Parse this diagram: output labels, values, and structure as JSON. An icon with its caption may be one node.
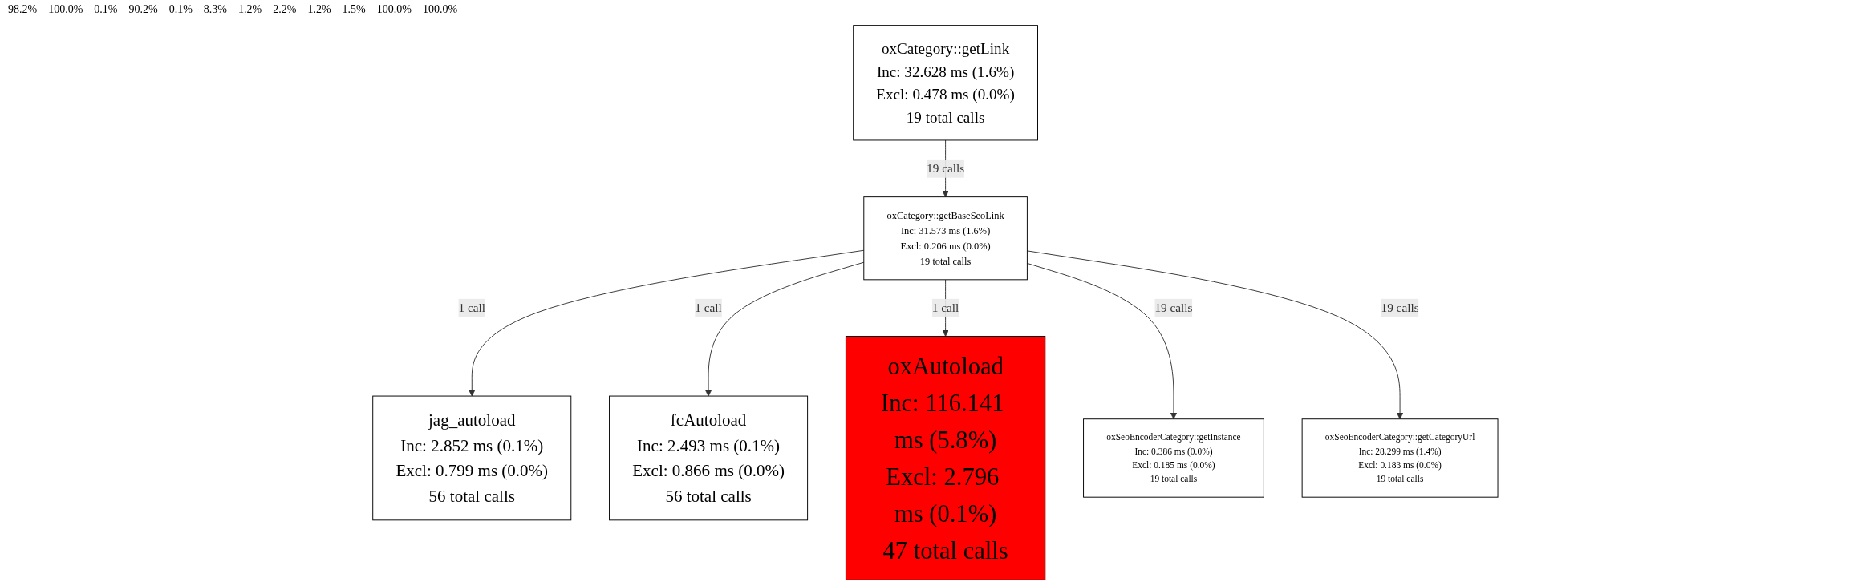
{
  "diagram": {
    "nodes": [
      {
        "text": [
          "oxCategory::getLink",
          "Inc: 32.628 ms (1.6%)",
          "Excl: 0.478 ms (0.0%)",
          "19 total calls"
        ]
      },
      {
        "text": [
          "oxCategory::getBaseSeoLink",
          "Inc: 31.573 ms (1.6%)",
          "Excl: 0.206 ms (0.0%)",
          "19 total calls"
        ]
      },
      {
        "text": [
          "jag_autoload",
          "Inc: 2.852 ms (0.1%)",
          "Excl: 0.799 ms (0.0%)",
          "56 total calls"
        ]
      },
      {
        "text": [
          "fcAutoload",
          "Inc: 2.493 ms (0.1%)",
          "Excl: 0.866 ms (0.0%)",
          "56 total calls"
        ]
      },
      {
        "text": [
          "oxAutoload",
          "Inc: 116.141 ms (5.8%)",
          "Excl: 2.796 ms (0.1%)",
          "47 total calls"
        ]
      },
      {
        "text": [
          "oxSeoEncoderCategory::getInstance",
          "Inc: 0.386 ms (0.0%)",
          "Excl: 0.185 ms (0.0%)",
          "19 total calls"
        ]
      },
      {
        "text": [
          "oxSeoEncoderCategory::getCategoryUrl",
          "Inc: 28.299 ms (1.4%)",
          "Excl: 0.183 ms (0.0%)",
          "19 total calls"
        ]
      }
    ],
    "edges": [
      {
        "from": 0,
        "to": 1,
        "arrow": "to",
        "label": "19 calls"
      },
      {
        "from": 1,
        "to": 2,
        "arrow": "to",
        "label": "1 call"
      },
      {
        "from": 1,
        "to": 3,
        "arrow": "to",
        "label": "1 call"
      },
      {
        "from": 1,
        "to": 4,
        "arrow": "to",
        "label": "1 call"
      },
      {
        "from": 1,
        "to": 5,
        "arrow": "to",
        "label": "19 calls"
      },
      {
        "from": 1,
        "to": 6,
        "arrow": "to",
        "label": "19 calls"
      }
    ],
    "labels": [
      "98.2%",
      "100.0%",
      "0.1%",
      "90.2%",
      "0.1%",
      "8.3%",
      "1.2%",
      "2.2%",
      "1.2%",
      "1.5%",
      "100.0%",
      "100.0%"
    ]
  }
}
